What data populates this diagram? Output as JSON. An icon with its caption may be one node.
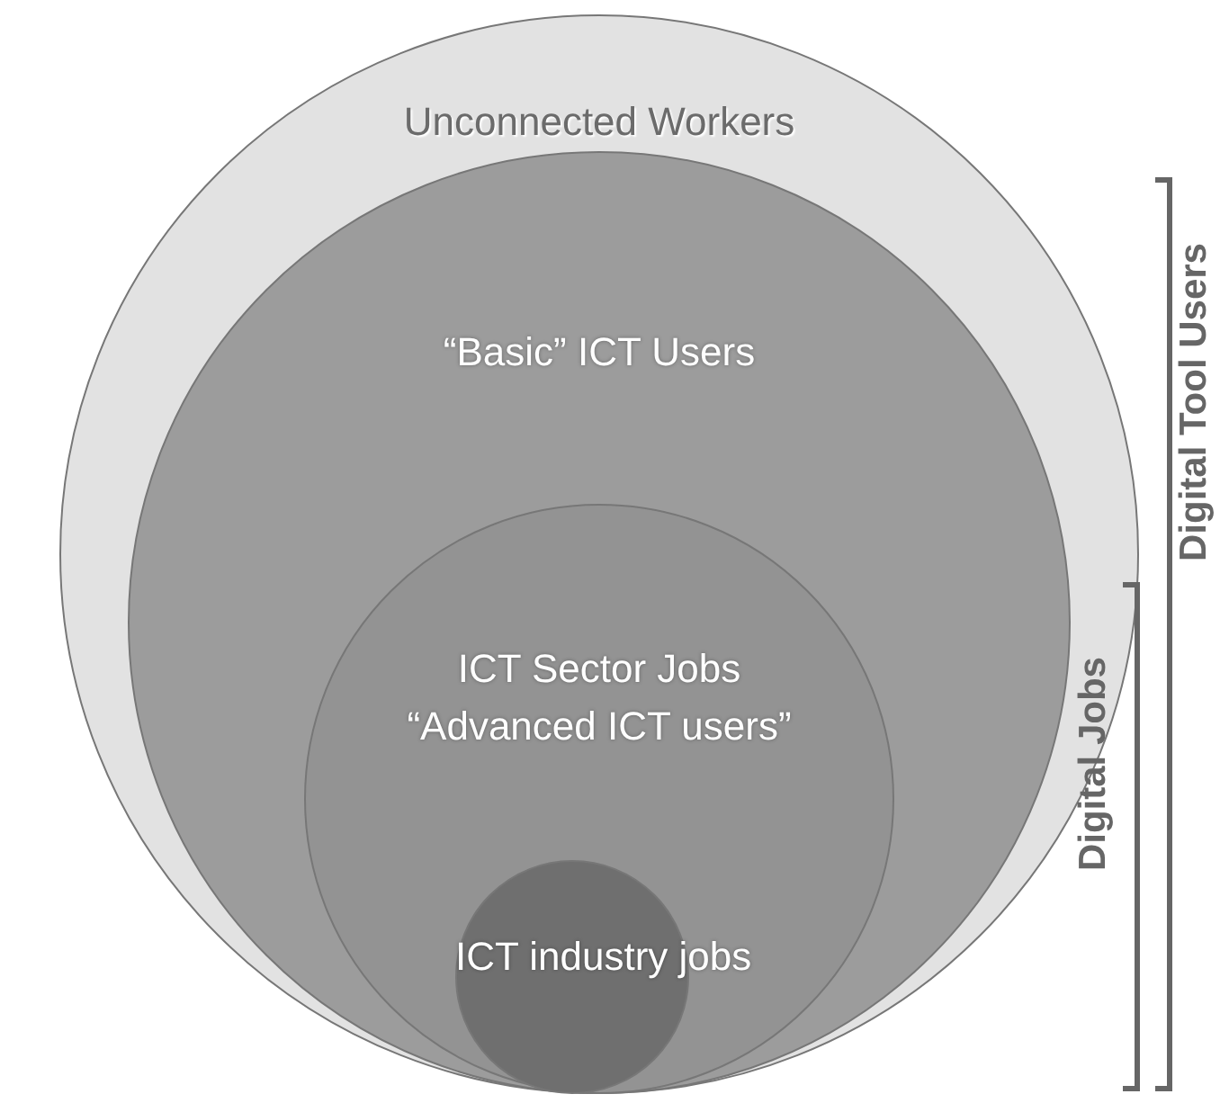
{
  "diagram": {
    "nodes": [
      {
        "text": [
          "Unconnected Workers"
        ]
      },
      {
        "text": [
          "“Basic” ICT Users"
        ],
        "in": 0
      },
      {
        "text": [
          "ICT Sector Jobs",
          "“Advanced ICT users”"
        ],
        "in": 1
      },
      {
        "text": [
          "ICT industry jobs"
        ],
        "in": 2
      }
    ],
    "labels": [
      "Digital Tool Users",
      "Digital Jobs"
    ]
  }
}
